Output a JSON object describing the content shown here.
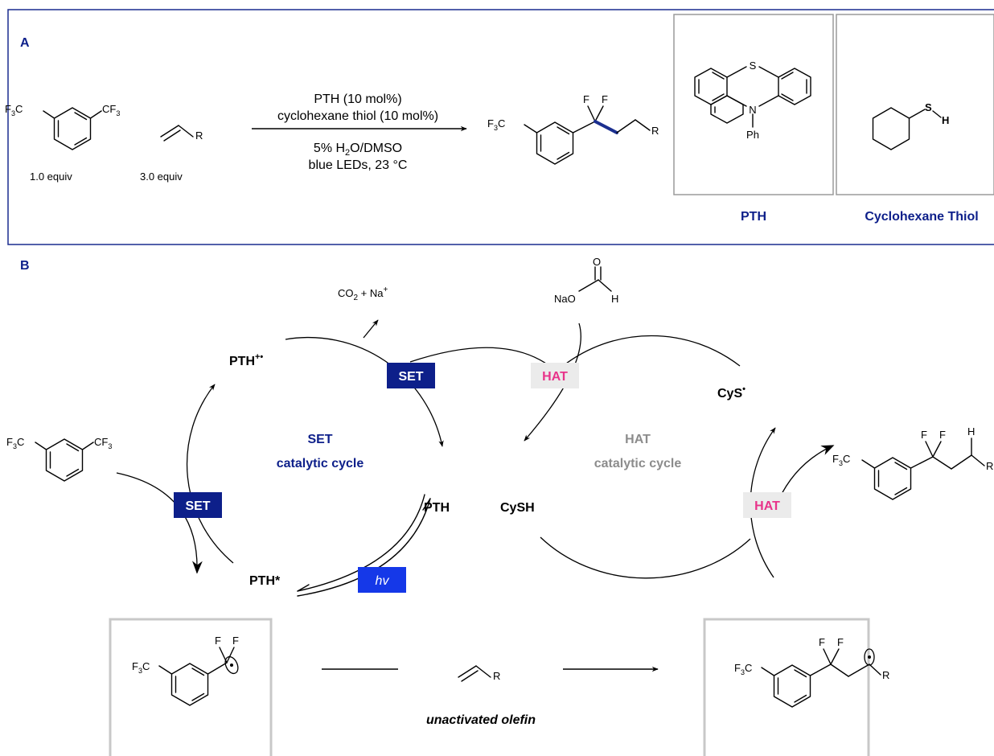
{
  "panelA": {
    "label": "A",
    "conditions_line1": "PTH (10 mol%)",
    "conditions_line2": "cyclohexane thiol (10 mol%)",
    "conditions_line3_pre": "5% H",
    "conditions_line3_sub": "2",
    "conditions_line3_post": "O/DMSO",
    "conditions_line4": "blue LEDs, 23 °C",
    "equiv1": "1.0 equiv",
    "equiv2": "3.0 equiv",
    "pth_label": "PTH",
    "thiol_label": "Cyclohexane Thiol"
  },
  "panelB": {
    "label": "B",
    "co2_pre": "CO",
    "co2_sub": "2",
    "co2_post": " + Na",
    "co2_sup": "+",
    "pth_radical_cation": "PTH",
    "pth_radical_cation_sup": "+•",
    "pth_ground": "PTH",
    "pth_excited": "PTH*",
    "cysh": "CySH",
    "cys_radical": "CyS",
    "cys_radical_sup": "•",
    "set_cycle_line1": "SET",
    "set_cycle_line2": "catalytic cycle",
    "hat_cycle_line1": "HAT",
    "hat_cycle_line2": "catalytic cycle",
    "set_badge": "SET",
    "hat_badge": "HAT",
    "hv_badge": "hv",
    "olefin_caption": "unactivated olefin"
  },
  "atoms": {
    "F": "F",
    "R": "R",
    "S": "S",
    "N": "N",
    "H": "H",
    "O": "O",
    "NaO": "NaO",
    "Ph": "Ph",
    "CF3_C": "CF",
    "CF3_sub": "3",
    "F3C_F": "F",
    "F3C_sub": "3",
    "F3C_C": "C"
  },
  "colors": {
    "navy": "#0d1f8a",
    "badge_navy": "#0d1f8a",
    "badge_hv": "#1538e8",
    "badge_hat_bg": "#ebebeb",
    "badge_hat_text": "#e8338a",
    "gray_text": "#8c8c8c",
    "box_light": "#c8c8c8",
    "box_gray": "#9a9a9a",
    "new_bond": "#1b2f8f"
  }
}
